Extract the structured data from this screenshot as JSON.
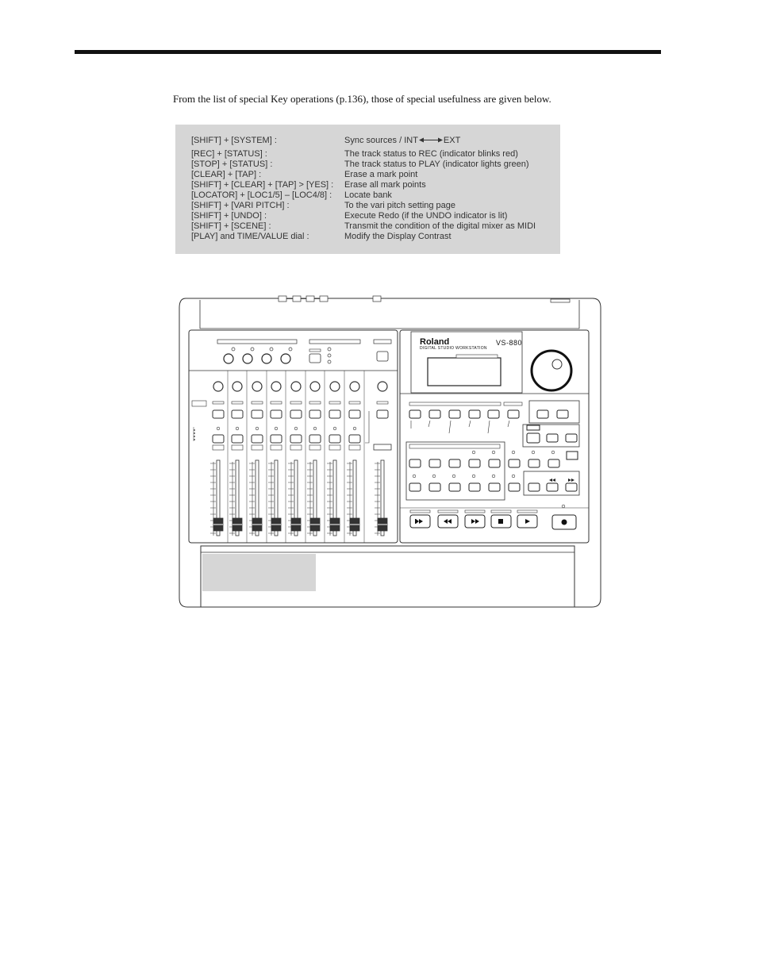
{
  "intro_text": "From the list of special Key operations (p.136), those of special usefulness are given below.",
  "shortcuts": [
    {
      "keys": "[SHIFT] + [SYSTEM] :",
      "action": "Sync sources / INT",
      "action_suffix": "EXT"
    },
    {
      "keys": "[REC] + [STATUS] :",
      "action": "The track status to REC (indicator blinks red)"
    },
    {
      "keys": "[STOP] + [STATUS] :",
      "action": "The track status to PLAY (indicator lights green)"
    },
    {
      "keys": "[CLEAR] + [TAP] :",
      "action": "Erase a mark point"
    },
    {
      "keys": "[SHIFT] + [CLEAR] + [TAP] > [YES] :",
      "action": "Erase all mark points"
    },
    {
      "keys": "[LOCATOR] + [LOC1/5] – [LOC4/8] :",
      "action": "Locate bank"
    },
    {
      "keys": "[SHIFT] + [VARI PITCH] :",
      "action": "To the vari pitch setting page"
    },
    {
      "keys": "[SHIFT] + [UNDO] :",
      "action": "Execute Redo (if the UNDO indicator is lit)"
    },
    {
      "keys": "[SHIFT] + [SCENE] :",
      "action": "Transmit the condition of the digital mixer as MIDI"
    },
    {
      "keys": "[PLAY] and TIME/VALUE dial :",
      "action": "Modify the Display Contrast"
    }
  ],
  "device": {
    "brand": "Roland",
    "model": "VS-880",
    "subtitle": "DIGITAL STUDIO WORKSTATION",
    "transport_icons": [
      "zero-return-icon",
      "rewind-icon",
      "fast-forward-icon",
      "stop-icon",
      "play-icon",
      "record-icon"
    ]
  }
}
